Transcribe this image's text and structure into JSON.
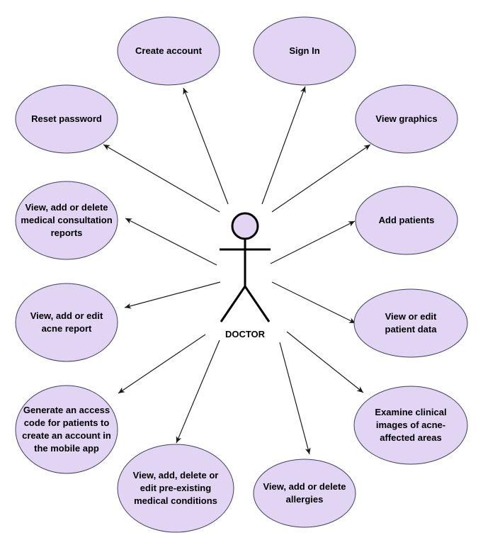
{
  "actor": {
    "label": "DOCTOR"
  },
  "use_cases": [
    {
      "id": "create-account",
      "label": "Create account"
    },
    {
      "id": "sign-in",
      "label": "Sign In"
    },
    {
      "id": "reset-password",
      "label": "Reset password"
    },
    {
      "id": "view-graphics",
      "label": "View graphics"
    },
    {
      "id": "consultation-reports",
      "label": "View, add or delete\nmedical consultation\nreports"
    },
    {
      "id": "add-patients",
      "label": "Add patients"
    },
    {
      "id": "acne-report",
      "label": "View, add or edit\nacne report"
    },
    {
      "id": "patient-data",
      "label": "View or edit\npatient data"
    },
    {
      "id": "access-code",
      "label": "Generate an access\ncode for patients to\ncreate an account in\nthe mobile app"
    },
    {
      "id": "clinical-images",
      "label": "Examine clinical\nimages of acne-\naffected areas"
    },
    {
      "id": "medical-conditions",
      "label": "View, add, delete or\nedit pre-existing\nmedical conditions"
    },
    {
      "id": "allergies",
      "label": "View, add or delete\nallergies"
    }
  ],
  "colors": {
    "ellipse_fill": "#e1d5f3",
    "ellipse_stroke": "#3f3f5f",
    "line": "#1a1a1a"
  }
}
